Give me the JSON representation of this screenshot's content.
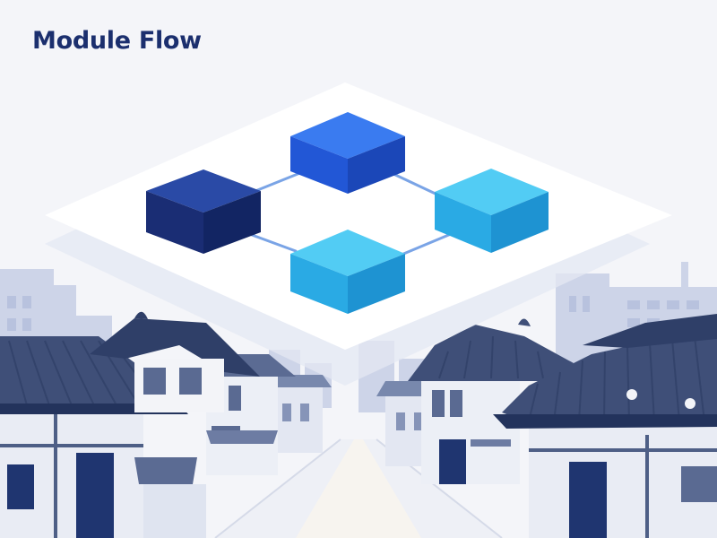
{
  "title": "Module Flow",
  "colors": {
    "background": "#f4f5f9",
    "title": "#1b2f6e",
    "module_navy": "#1c3a8c",
    "module_blue": "#2f6ee6",
    "module_sky": "#3fc3f2",
    "connector": "#7aa4e6",
    "roof": "#4e5f86",
    "wall": "#e9ecf4",
    "building_silhouette": "#c3cbe2"
  },
  "diagram": {
    "modules": [
      {
        "id": "navy-module",
        "color": "module_navy"
      },
      {
        "id": "top-blue-module",
        "color": "module_blue"
      },
      {
        "id": "right-sky-module",
        "color": "module_sky"
      },
      {
        "id": "bottom-sky-module",
        "color": "module_sky"
      }
    ],
    "connections": [
      {
        "from": "navy-module",
        "to": "top-blue-module"
      },
      {
        "from": "top-blue-module",
        "to": "right-sky-module"
      },
      {
        "from": "right-sky-module",
        "to": "bottom-sky-module"
      },
      {
        "from": "bottom-sky-module",
        "to": "navy-module"
      }
    ]
  }
}
